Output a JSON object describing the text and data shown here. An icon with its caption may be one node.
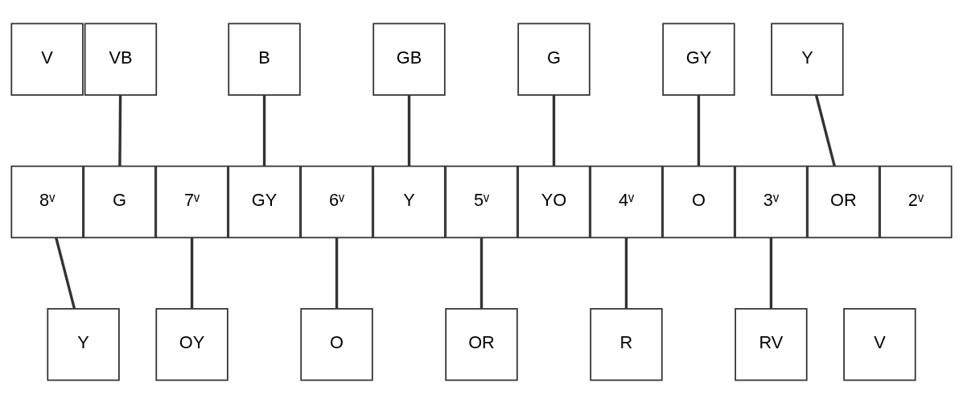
{
  "diagram": {
    "nodes": [
      {
        "text": [
          "V"
        ]
      },
      {
        "text": [
          "VB"
        ]
      },
      {
        "text": [
          "B"
        ]
      },
      {
        "text": [
          "GB"
        ]
      },
      {
        "text": [
          "G"
        ]
      },
      {
        "text": [
          "GY"
        ]
      },
      {
        "text": [
          "Y"
        ]
      },
      {
        "text": [
          "8ᵛ"
        ]
      },
      {
        "text": [
          "G"
        ]
      },
      {
        "text": [
          "7ᵛ"
        ]
      },
      {
        "text": [
          "GY"
        ]
      },
      {
        "text": [
          "6ᵛ"
        ]
      },
      {
        "text": [
          "Y"
        ]
      },
      {
        "text": [
          "5ᵛ"
        ]
      },
      {
        "text": [
          "YO"
        ]
      },
      {
        "text": [
          "4ᵛ"
        ]
      },
      {
        "text": [
          "O"
        ]
      },
      {
        "text": [
          "3ᵛ"
        ]
      },
      {
        "text": [
          "OR"
        ]
      },
      {
        "text": [
          "2ᵛ"
        ]
      },
      {
        "text": [
          "Y"
        ]
      },
      {
        "text": [
          "OY"
        ]
      },
      {
        "text": [
          "O"
        ]
      },
      {
        "text": [
          "OR"
        ]
      },
      {
        "text": [
          "R"
        ]
      },
      {
        "text": [
          "RV"
        ]
      },
      {
        "text": [
          "V"
        ]
      }
    ],
    "edges": [
      {
        "from": 1,
        "to": 8,
        "arrow": "none"
      },
      {
        "from": 2,
        "to": 10,
        "arrow": "none"
      },
      {
        "from": 3,
        "to": 12,
        "arrow": "none"
      },
      {
        "from": 4,
        "to": 14,
        "arrow": "none"
      },
      {
        "from": 5,
        "to": 16,
        "arrow": "none"
      },
      {
        "from": 6,
        "to": 18,
        "arrow": "none"
      },
      {
        "from": 7,
        "to": 20,
        "arrow": "none"
      },
      {
        "from": 9,
        "to": 21,
        "arrow": "none"
      },
      {
        "from": 11,
        "to": 22,
        "arrow": "none"
      },
      {
        "from": 13,
        "to": 23,
        "arrow": "none"
      },
      {
        "from": 15,
        "to": 24,
        "arrow": "none"
      },
      {
        "from": 17,
        "to": 25,
        "arrow": "none"
      }
    ]
  }
}
